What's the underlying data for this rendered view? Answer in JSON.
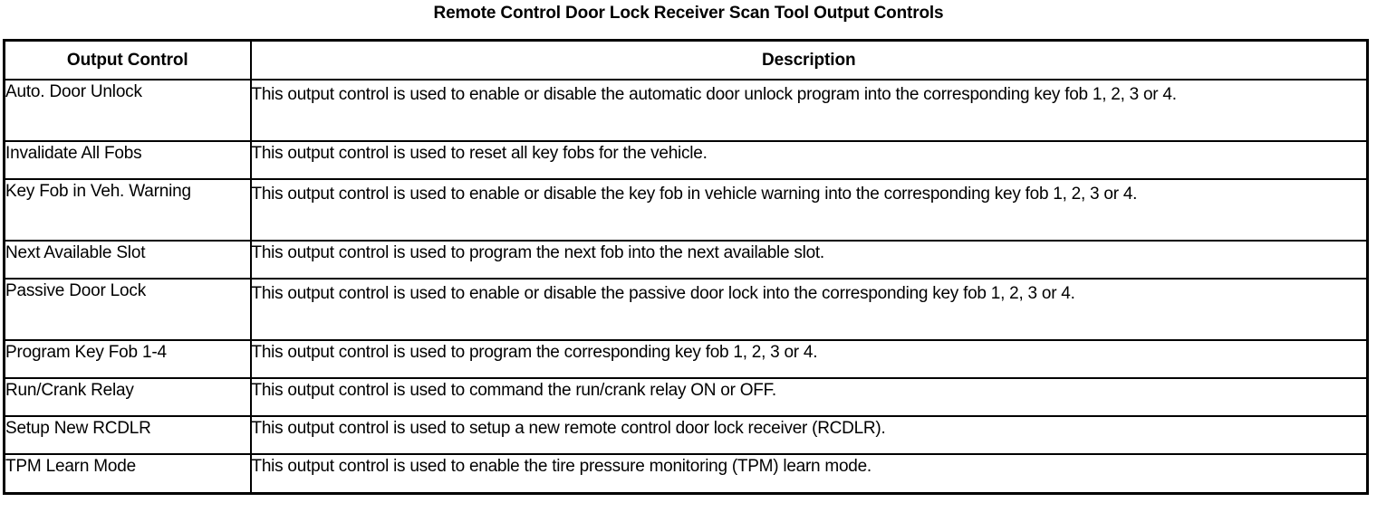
{
  "document": {
    "title": "Remote Control Door Lock Receiver Scan Tool Output Controls"
  },
  "table": {
    "headers": {
      "output_control": "Output Control",
      "description": "Description"
    },
    "rows": [
      {
        "name": "Auto. Door Unlock",
        "description": "This output control is used to enable or disable the automatic door unlock program into the corresponding key fob 1, 2, 3 or 4."
      },
      {
        "name": "Invalidate All Fobs",
        "description": "This output control is used to reset all key fobs for the vehicle."
      },
      {
        "name": "Key Fob in Veh. Warning",
        "description": "This output control is used to enable or disable the key fob in vehicle warning into the corresponding key fob 1, 2, 3 or 4."
      },
      {
        "name": "Next Available Slot",
        "description": "This output control is used to program the next fob into the next available slot."
      },
      {
        "name": "Passive Door Lock",
        "description": "This output control is used to enable or disable the passive door lock into the corresponding key fob 1, 2, 3 or 4."
      },
      {
        "name": "Program Key Fob 1-4",
        "description": "This output control is used to program the corresponding key fob 1, 2, 3 or 4."
      },
      {
        "name": "Run/Crank Relay",
        "description": "This output control is used to command the run/crank relay ON or OFF."
      },
      {
        "name": "Setup New RCDLR",
        "description": "This output control is used to setup a new remote control door lock receiver (RCDLR)."
      },
      {
        "name": "TPM Learn Mode",
        "description": "This output control is used to enable the tire pressure monitoring (TPM) learn mode."
      }
    ]
  }
}
